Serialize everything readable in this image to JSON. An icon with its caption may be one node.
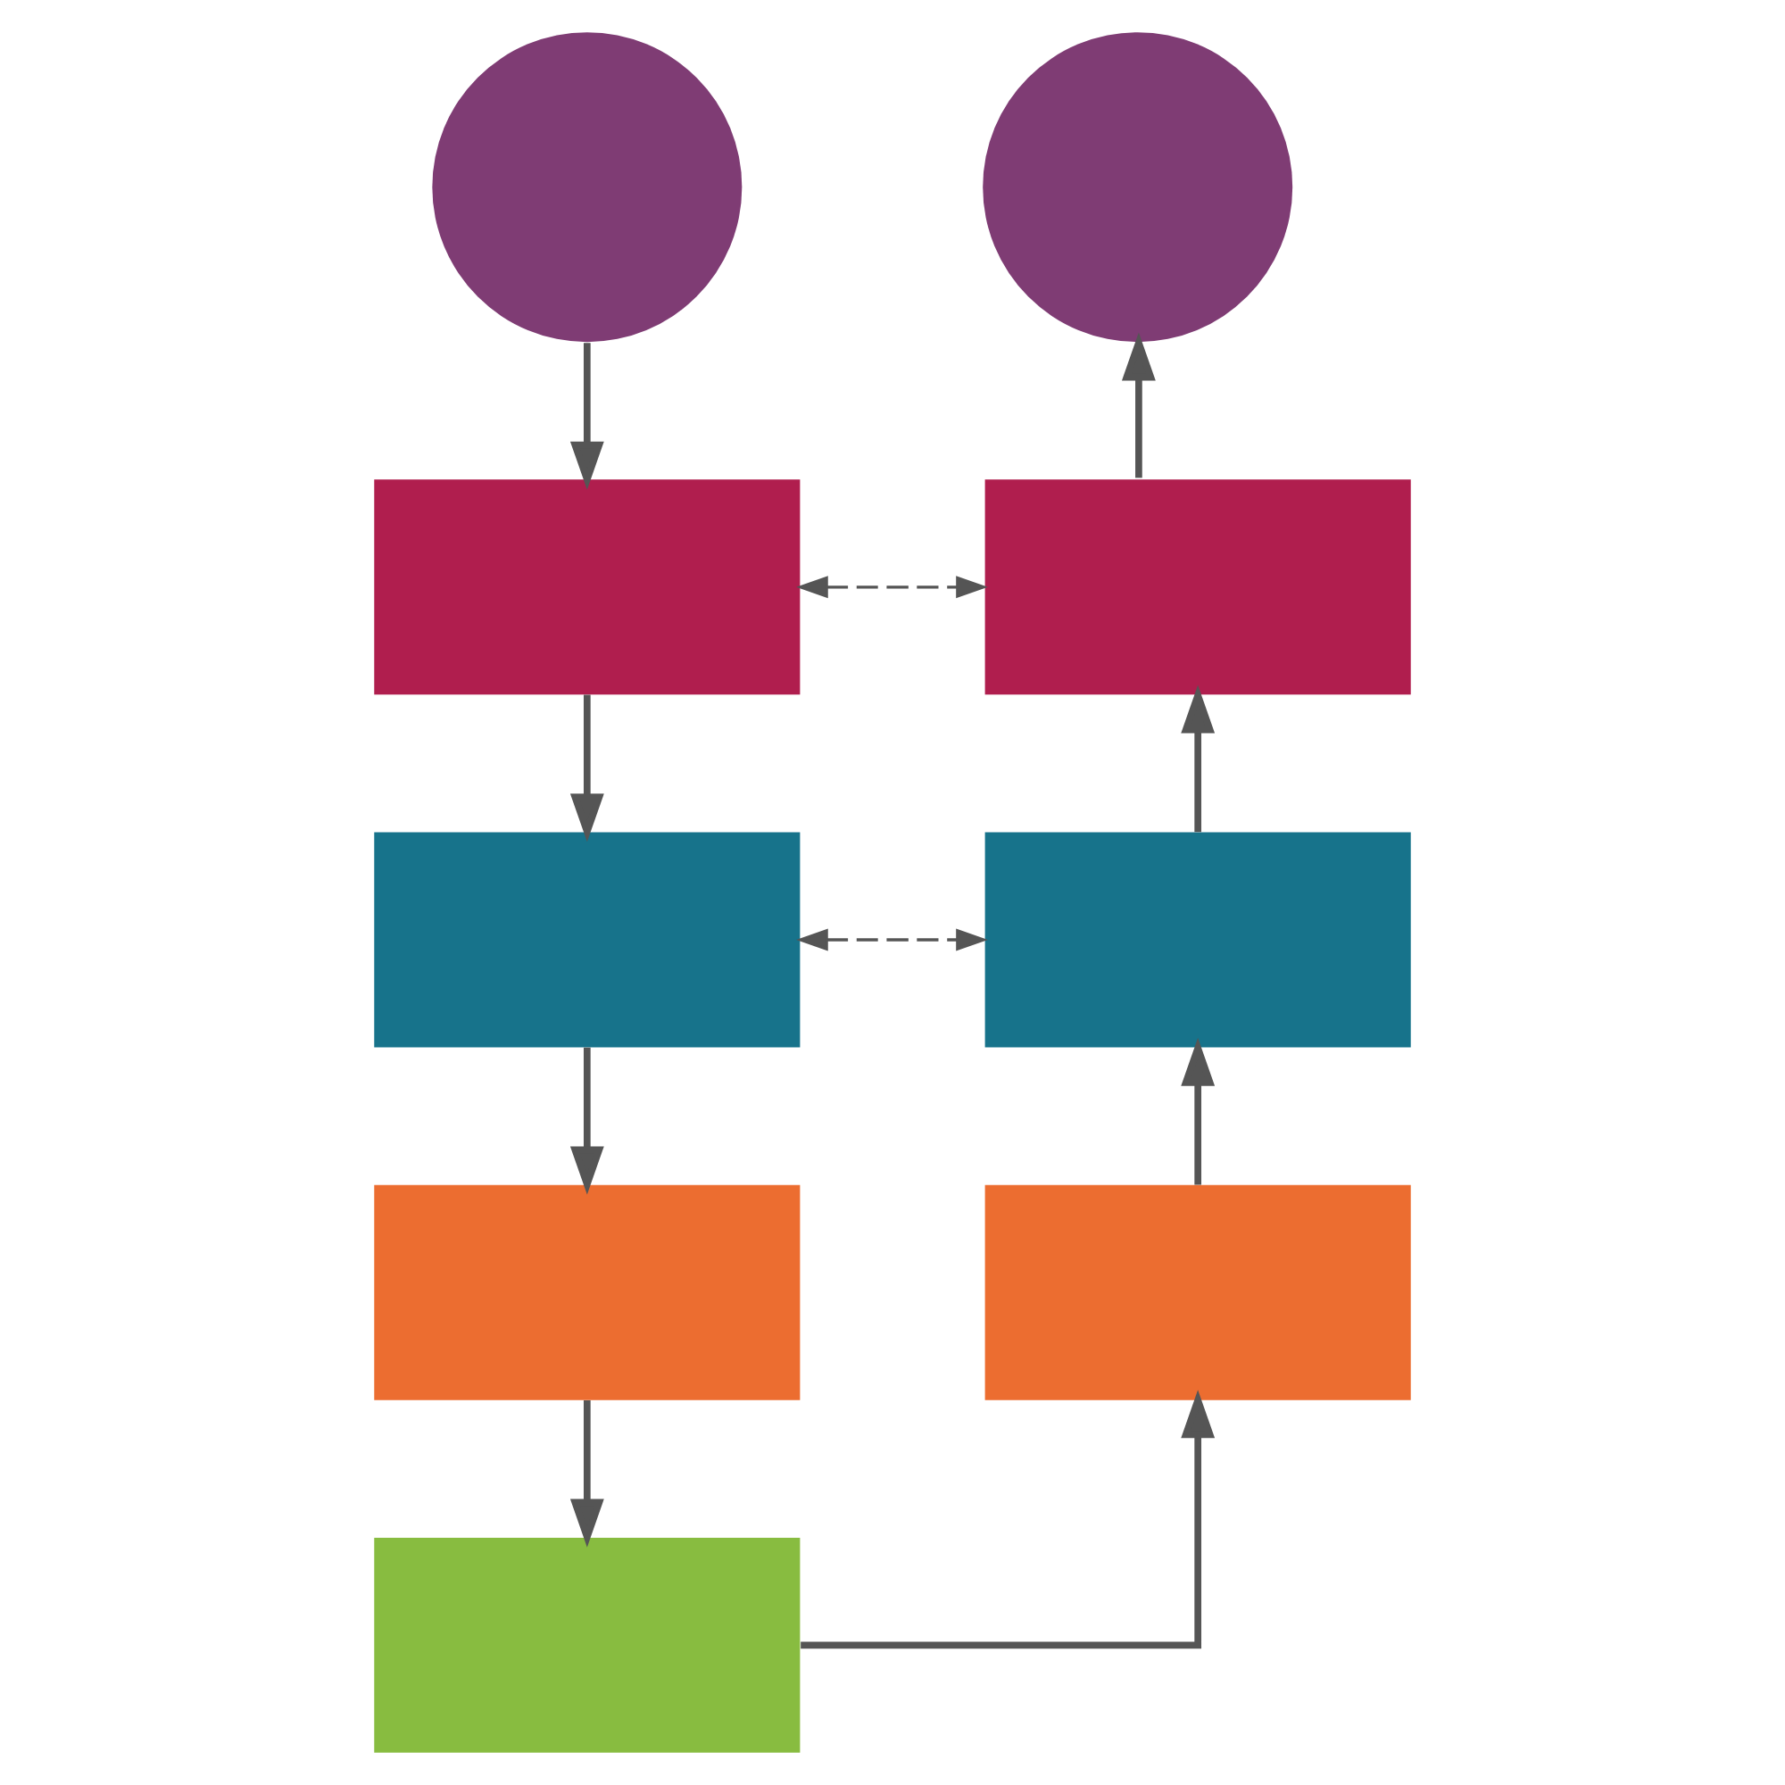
{
  "diagram": {
    "nodes": [
      {
        "text": [],
        "shape": "circle"
      },
      {
        "text": [],
        "shape": "circle"
      },
      {
        "text": [],
        "shape": "box"
      },
      {
        "text": [],
        "shape": "box"
      },
      {
        "text": [],
        "shape": "box"
      },
      {
        "text": [],
        "shape": "box"
      },
      {
        "text": [],
        "shape": "box"
      },
      {
        "text": [],
        "shape": "box"
      },
      {
        "text": [],
        "shape": "box"
      }
    ],
    "edges": [
      {
        "from": 0,
        "to": 2,
        "arrow": "to"
      },
      {
        "from": 2,
        "to": 4,
        "arrow": "to"
      },
      {
        "from": 4,
        "to": 6,
        "arrow": "to"
      },
      {
        "from": 6,
        "to": 8,
        "arrow": "to"
      },
      {
        "from": 8,
        "to": 7,
        "arrow": "to"
      },
      {
        "from": 7,
        "to": 5,
        "arrow": "to"
      },
      {
        "from": 5,
        "to": 3,
        "arrow": "to"
      },
      {
        "from": 3,
        "to": 1,
        "arrow": "to"
      },
      {
        "from": 2,
        "to": 3,
        "arrow": "both",
        "style": "dashed"
      },
      {
        "from": 4,
        "to": 5,
        "arrow": "both",
        "style": "dashed"
      }
    ]
  }
}
